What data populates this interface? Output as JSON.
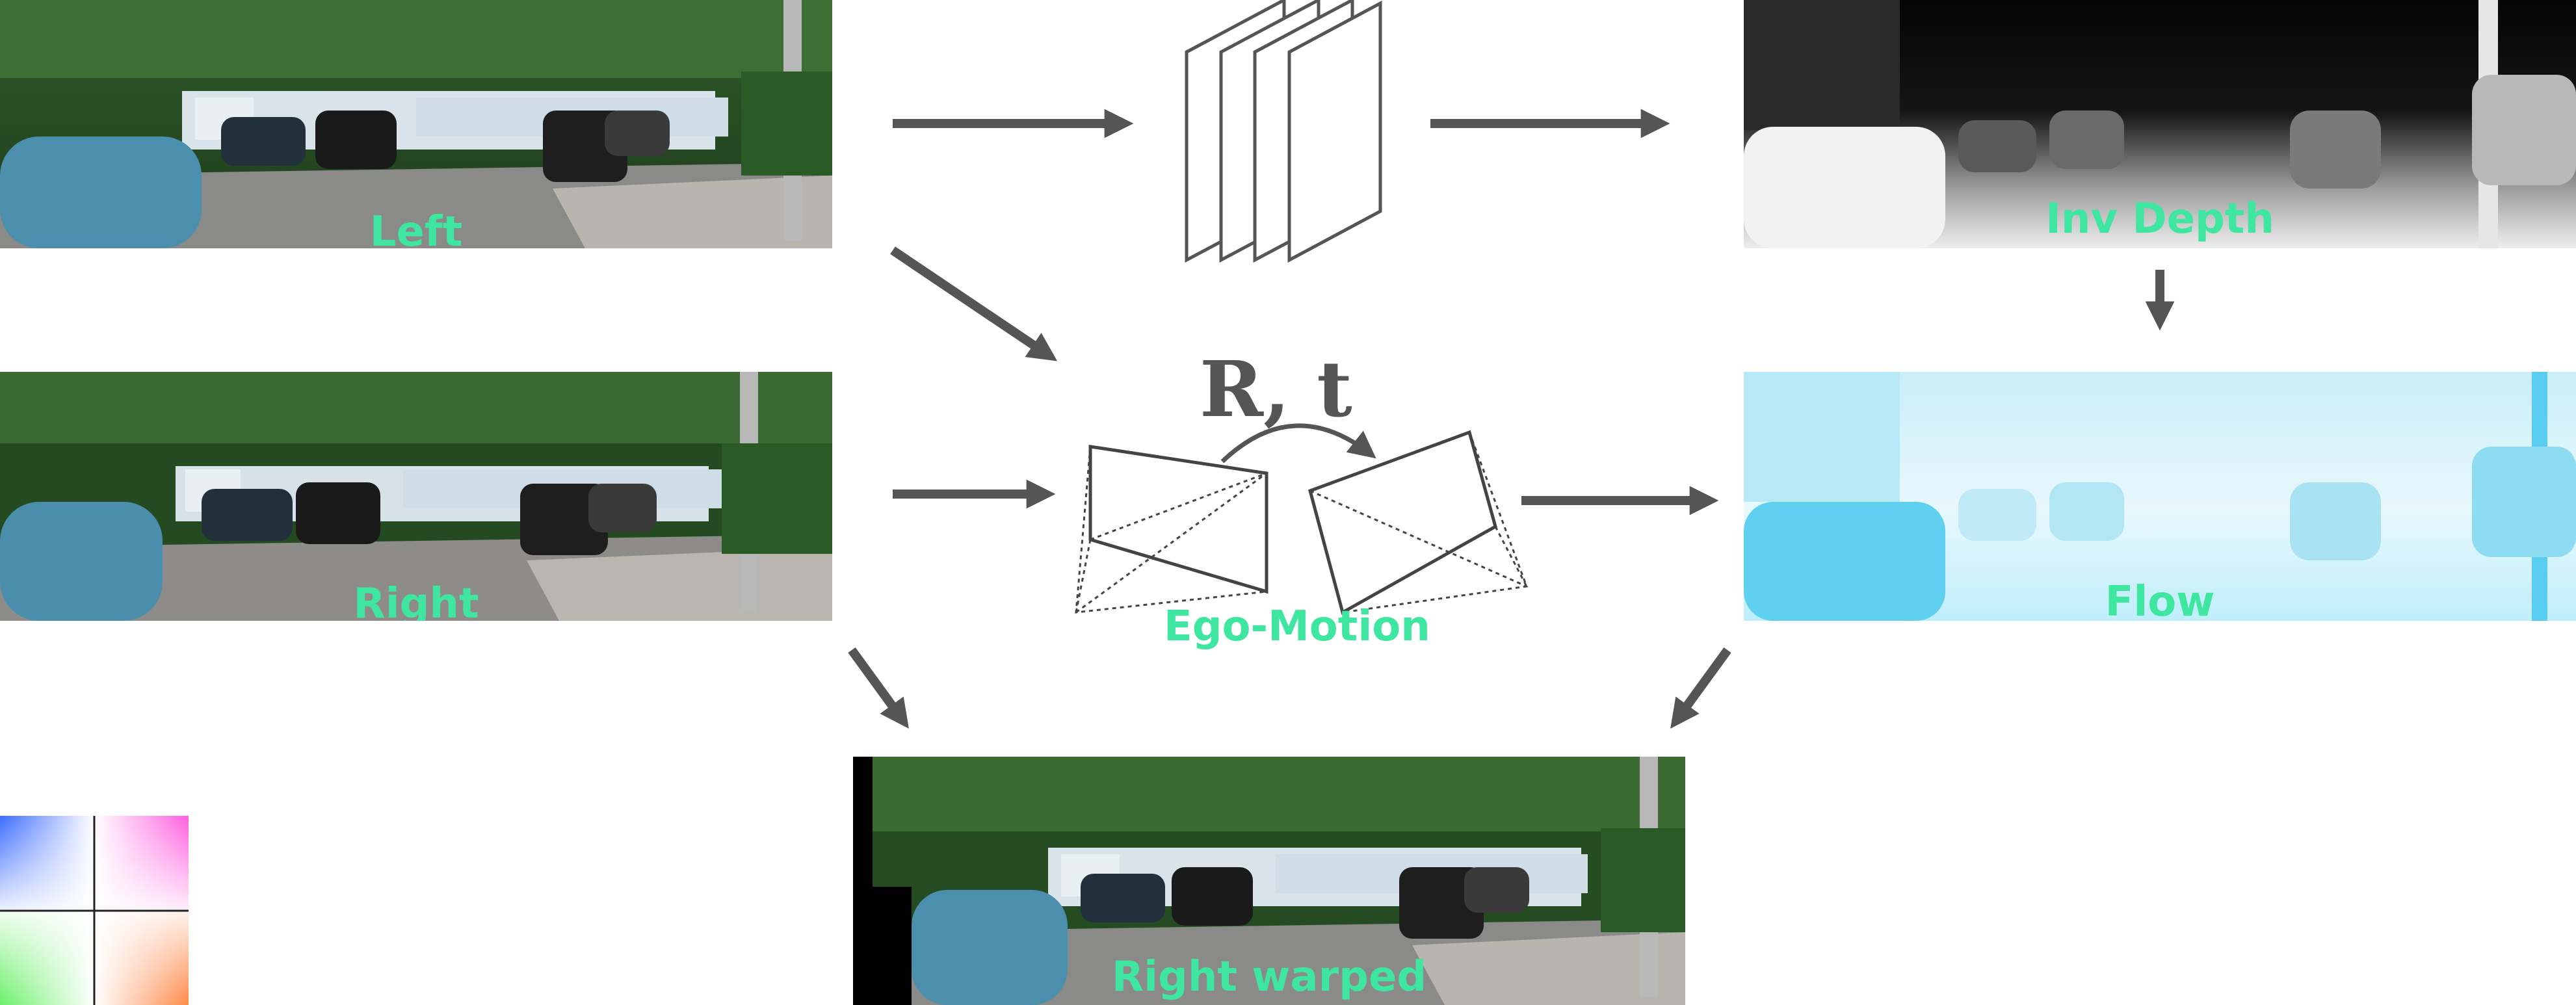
{
  "labels": {
    "left": "Left",
    "right": "Right",
    "inv_depth": "Inv Depth",
    "flow": "Flow",
    "ego_motion": "Ego-Motion",
    "right_warped": "Right warped"
  },
  "symbols": {
    "rotation_translation": "R, t"
  },
  "colors": {
    "label": "#3ee6a0",
    "arrow": "#555555"
  }
}
